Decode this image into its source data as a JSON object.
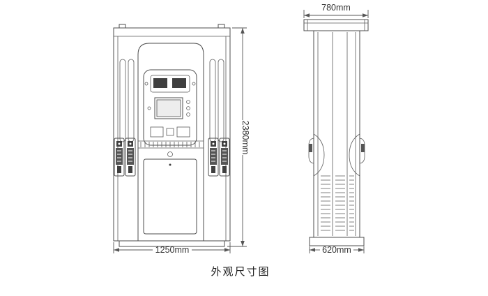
{
  "title": "外观尺寸图",
  "dimensions": {
    "top_width": "780mm",
    "overall_height": "2380mm",
    "front_width": "1250mm",
    "depth": "620mm"
  },
  "colors": {
    "line": "#4d4d4d",
    "dark_fill": "#3f3f3f",
    "text": "#333333",
    "background": "#ffffff"
  }
}
